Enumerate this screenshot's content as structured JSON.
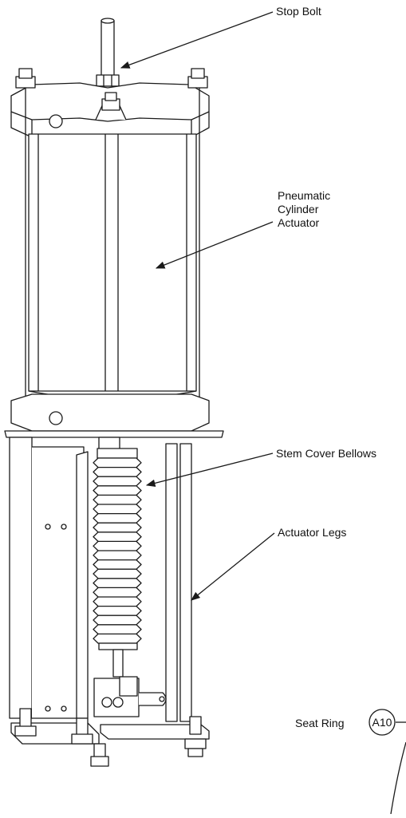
{
  "callouts": {
    "stop_bolt": "Stop Bolt",
    "pneumatic_line1": "Pneumatic",
    "pneumatic_line2": "Cylinder",
    "pneumatic_line3": "Actuator",
    "stem_cover_bellows": "Stem Cover Bellows",
    "actuator_legs": "Actuator Legs",
    "seat_ring": "Seat Ring",
    "seat_ring_badge": "A10"
  },
  "colors": {
    "line": "#1a1a1a",
    "fill": "#ffffff",
    "shade": "#f2f2f2"
  }
}
